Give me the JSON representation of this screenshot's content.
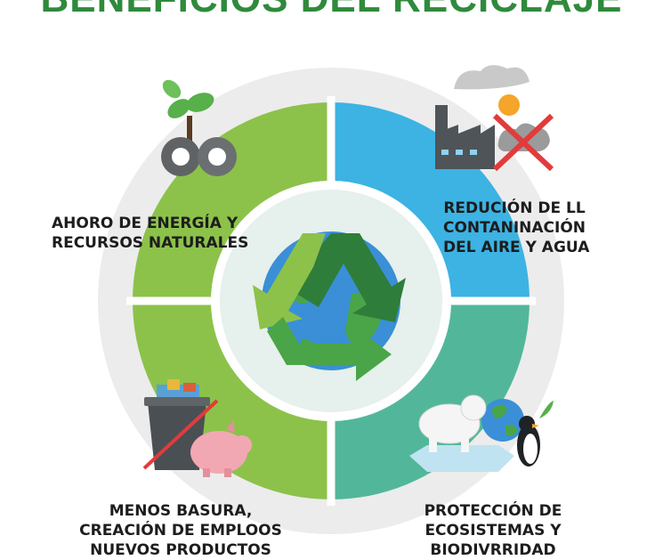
{
  "title": "BENEFICIOS DEL RECICLAJE",
  "colors": {
    "green": "#8cc24a",
    "blue": "#3cb3e3",
    "teal": "#52b79a",
    "outer_ring": "#ececec",
    "inner_ring": "#e6f0ec",
    "title": "#2f8a3c"
  },
  "quadrants": [
    {
      "id": "top-left",
      "color": "green",
      "icon": "plant-gears-icon",
      "lines": [
        "AHORO DE ENERGÍA Y",
        "RECURSOS NATURALES"
      ]
    },
    {
      "id": "top-right",
      "color": "blue",
      "icon": "factory-pollution-crossed-icon",
      "lines": [
        "REDUCIÓN DE LL",
        "CONTANINACIÓN",
        "DEL AIRE Y AGUA"
      ]
    },
    {
      "id": "bottom-left",
      "color": "green",
      "icon": "trash-piggybank-icon",
      "lines": [
        "MENOS BASURA,",
        "CREACIÓN DE EMPLOOS",
        "NUEVOS PRODUCTOS"
      ]
    },
    {
      "id": "bottom-right",
      "color": "teal",
      "icon": "polar-bear-earth-penguin-icon",
      "lines": [
        "PROTECCIÓN DE",
        "ECOSISTEMAS Y",
        "BIODIVRRIDAD"
      ]
    }
  ],
  "center": {
    "icon": "recycle-earth-icon"
  }
}
